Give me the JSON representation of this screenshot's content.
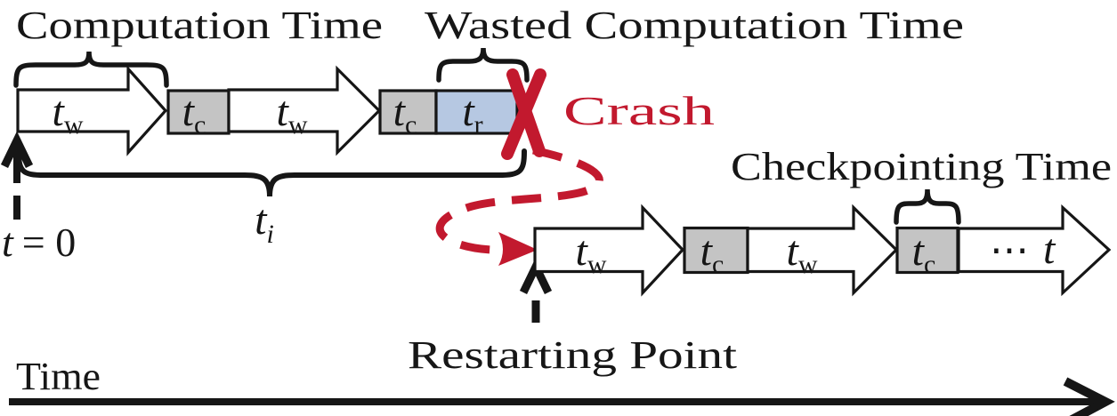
{
  "figure": {
    "description": "Checkpoint/restart timeline diagram with a crash and restarting point"
  },
  "colors": {
    "ink": "#161616",
    "red": "#C2192E",
    "gray_fill": "#C4C4C4",
    "blue_fill": "#B6C8E2",
    "white": "#FFFFFF"
  },
  "annotations": {
    "computation_time": "Computation Time",
    "wasted_computation_time": "Wasted Computation Time",
    "crash": "Crash",
    "checkpointing_time": "Checkpointing Time",
    "restarting_point": "Restarting Point",
    "time_axis": "Time"
  },
  "math": {
    "t_zero": {
      "var": "t",
      "rest": "= 0"
    },
    "t_interval": {
      "var": "t",
      "sub": "i"
    },
    "t_work": {
      "var": "t",
      "sub": "w"
    },
    "t_checkpoint": {
      "var": "t",
      "sub": "c"
    },
    "t_rework": {
      "var": "t",
      "sub": "r"
    },
    "t_final": {
      "dots": "⋯",
      "var": "t"
    }
  }
}
